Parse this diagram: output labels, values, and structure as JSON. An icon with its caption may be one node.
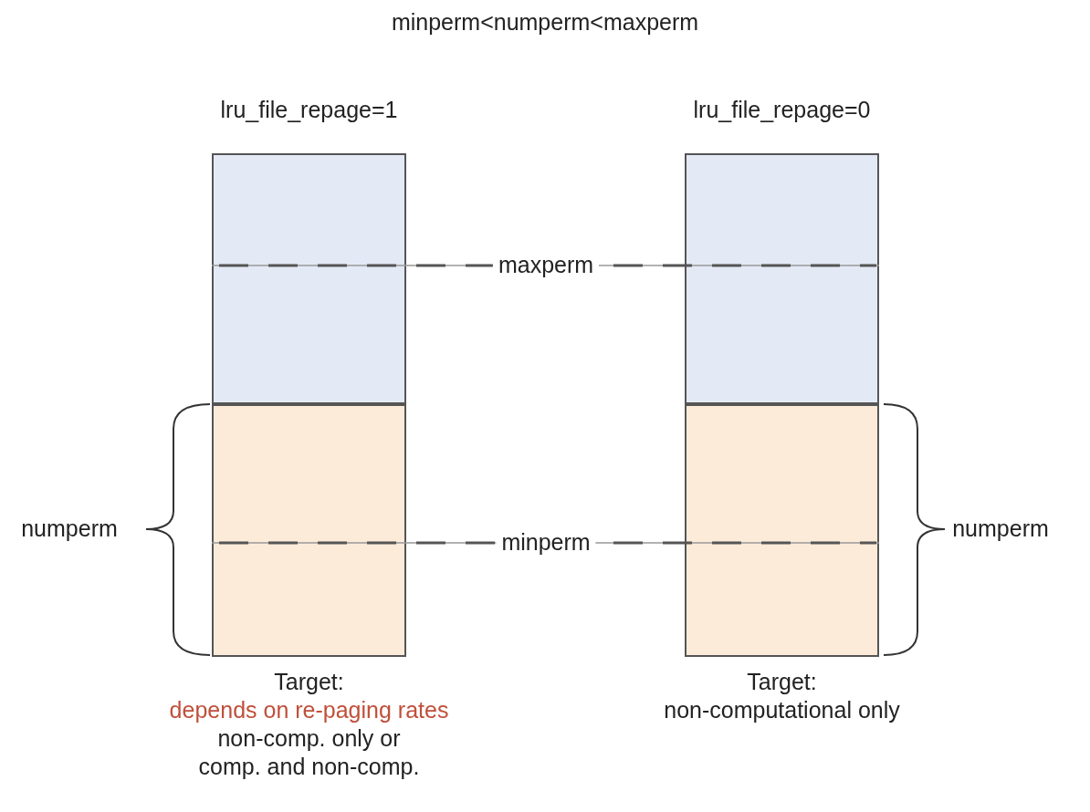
{
  "diagram": {
    "title": "minperm<numperm<maxperm",
    "nodes": [
      {
        "text": [
          "lru_file_repage=1"
        ],
        "beside": [
          "Target:",
          "depends on re-paging rates",
          "non-comp. only or comp. and non-comp."
        ]
      },
      {
        "text": [],
        "shape": "box",
        "in": 0
      },
      {
        "text": [],
        "shape": "box",
        "in": 0
      },
      {
        "text": [
          "lru_file_repage=0"
        ],
        "beside": [
          "Target:",
          "non-computational only"
        ]
      },
      {
        "text": [],
        "shape": "box",
        "in": 3
      },
      {
        "text": [],
        "shape": "box",
        "in": 3
      }
    ],
    "labels": [
      "maxperm",
      "numperm",
      "minperm",
      "numperm"
    ]
  }
}
